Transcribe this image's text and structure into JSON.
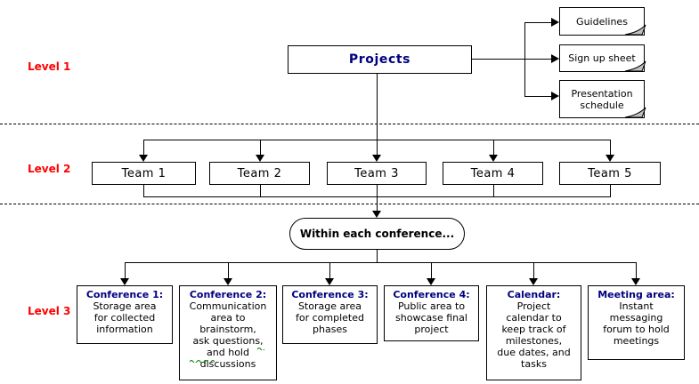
{
  "diagram": {
    "level_labels": [
      {
        "label": "Level 1"
      },
      {
        "label": "Level 2"
      },
      {
        "label": "Level 3"
      }
    ],
    "root": {
      "label": "Projects"
    },
    "notes": [
      {
        "label": "Guidelines"
      },
      {
        "label": "Sign up sheet"
      },
      {
        "label": "Presentation\nschedule"
      }
    ],
    "teams": [
      {
        "label": "Team 1"
      },
      {
        "label": "Team 2"
      },
      {
        "label": "Team 3"
      },
      {
        "label": "Team 4"
      },
      {
        "label": "Team 5"
      }
    ],
    "connector": {
      "label": "Within each conference..."
    },
    "level3_boxes": [
      {
        "title": "Conference 1:",
        "body": "Storage area\nfor collected\ninformation"
      },
      {
        "title": "Conference 2:",
        "body": "Communication\narea to\nbrainstorm,\nask questions,\nand hold\ndiscussions"
      },
      {
        "title": "Conference 3:",
        "body": "Storage area\nfor completed\nphases"
      },
      {
        "title": "Conference 4:",
        "body": "Public area to\nshowcase final\nproject"
      },
      {
        "title": "Calendar:",
        "body": "Project\ncalendar to\nkeep track of\nmilestones,\ndue dates, and\ntasks"
      },
      {
        "title": "Meeting area:",
        "body": "Instant\nmessaging\nforum to hold\nmeetings"
      }
    ],
    "colors": {
      "label_red": "#ff0000",
      "title_navy": "#000080",
      "line_black": "#000000",
      "fold_gray": "#c0c0c0",
      "squiggle_green": "#008000"
    }
  }
}
